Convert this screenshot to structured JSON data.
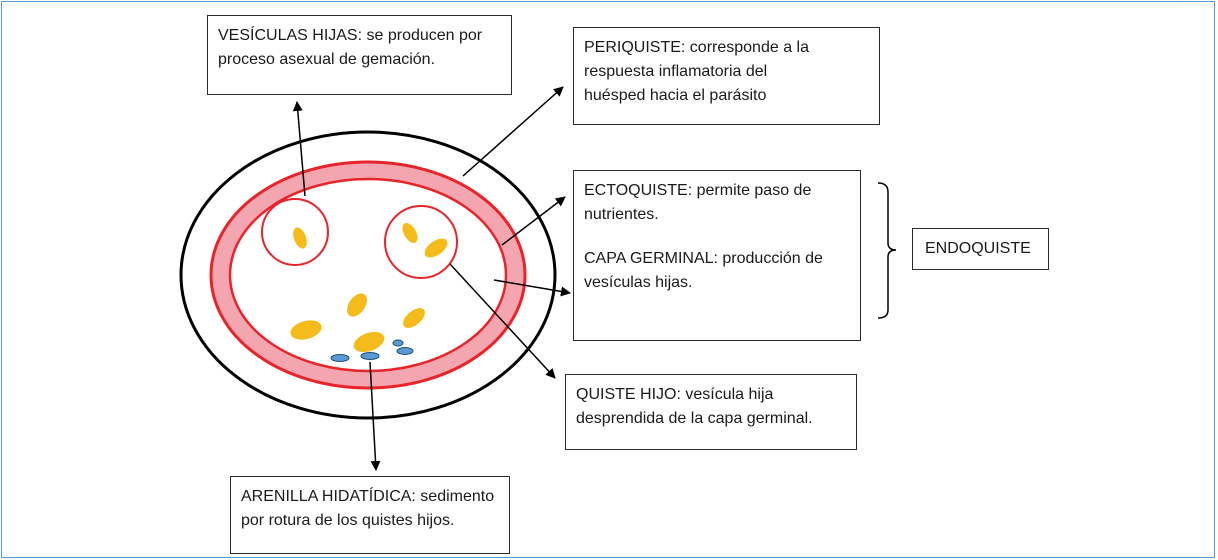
{
  "boxes": {
    "vesiculas_hijas": {
      "line1": "VESÍCULAS HIJAS: se producen por",
      "line2": "proceso asexual de gemación."
    },
    "periquiste": {
      "line1": "PERIQUISTE: corresponde a la",
      "line2": "respuesta inflamatoria del",
      "line3": "huésped hacia el parásito"
    },
    "ectoquiste": {
      "line1": "ECTOQUISTE: permite paso de",
      "line2": "nutrientes."
    },
    "capa_germinal": {
      "line1": "CAPA GERMINAL:  producción de",
      "line2": "vesículas hijas."
    },
    "endoquiste": {
      "label": "ENDOQUISTE"
    },
    "quiste_hijo": {
      "line1": "QUISTE HIJO: vesícula hija",
      "line2": "desprendida de la capa germinal."
    },
    "arenilla": {
      "line1": "ARENILLA HIDATÍDICA: sedimento",
      "line2": "por rotura de los quistes hijos."
    }
  },
  "colors": {
    "outer_ring": "#000000",
    "ectocyst_band": "#f4a6b0",
    "germinal_layer": "#e8232a",
    "daughter_vesicle_outline": "#e8232a",
    "protoscolex": "#f5bb1a",
    "hydatid_sand": "#5b9bd5",
    "frame_border": "#5b9bd5"
  }
}
